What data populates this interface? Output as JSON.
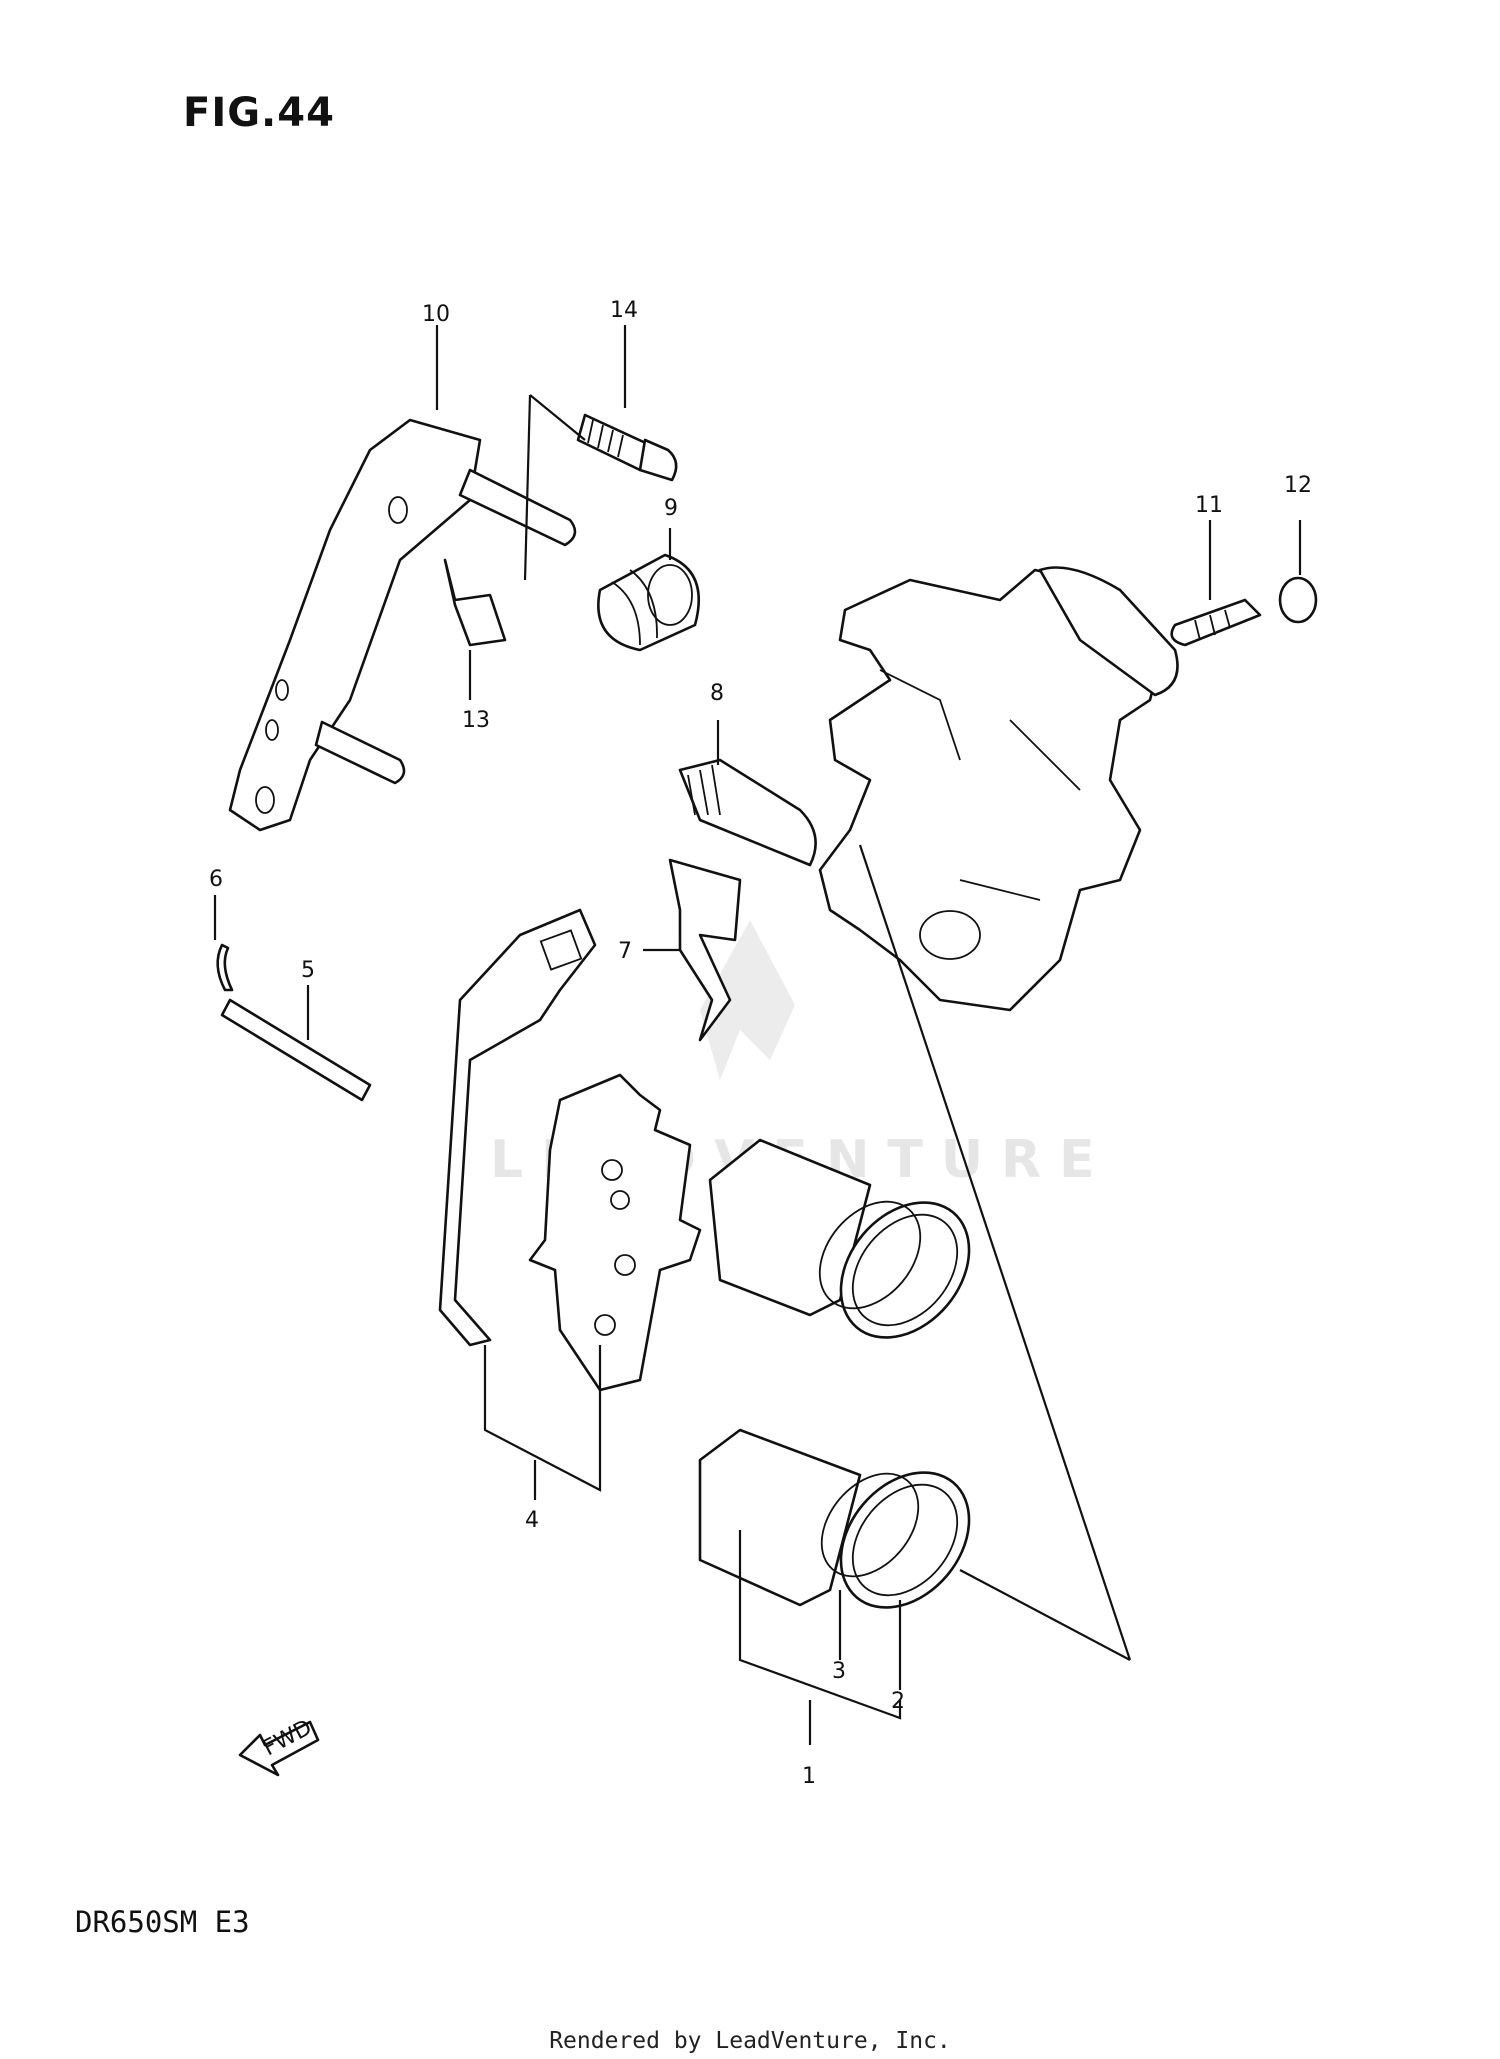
{
  "figure": {
    "title": "FIG.44"
  },
  "model_code": "DR650SM  E3",
  "footer": "Rendered by LeadVenture, Inc.",
  "watermark": "LEADVENTURE",
  "fwd_arrow_label": "FWD",
  "callouts": [
    "1",
    "2",
    "3",
    "4",
    "5",
    "6",
    "7",
    "8",
    "9",
    "10",
    "11",
    "12",
    "13",
    "14"
  ]
}
